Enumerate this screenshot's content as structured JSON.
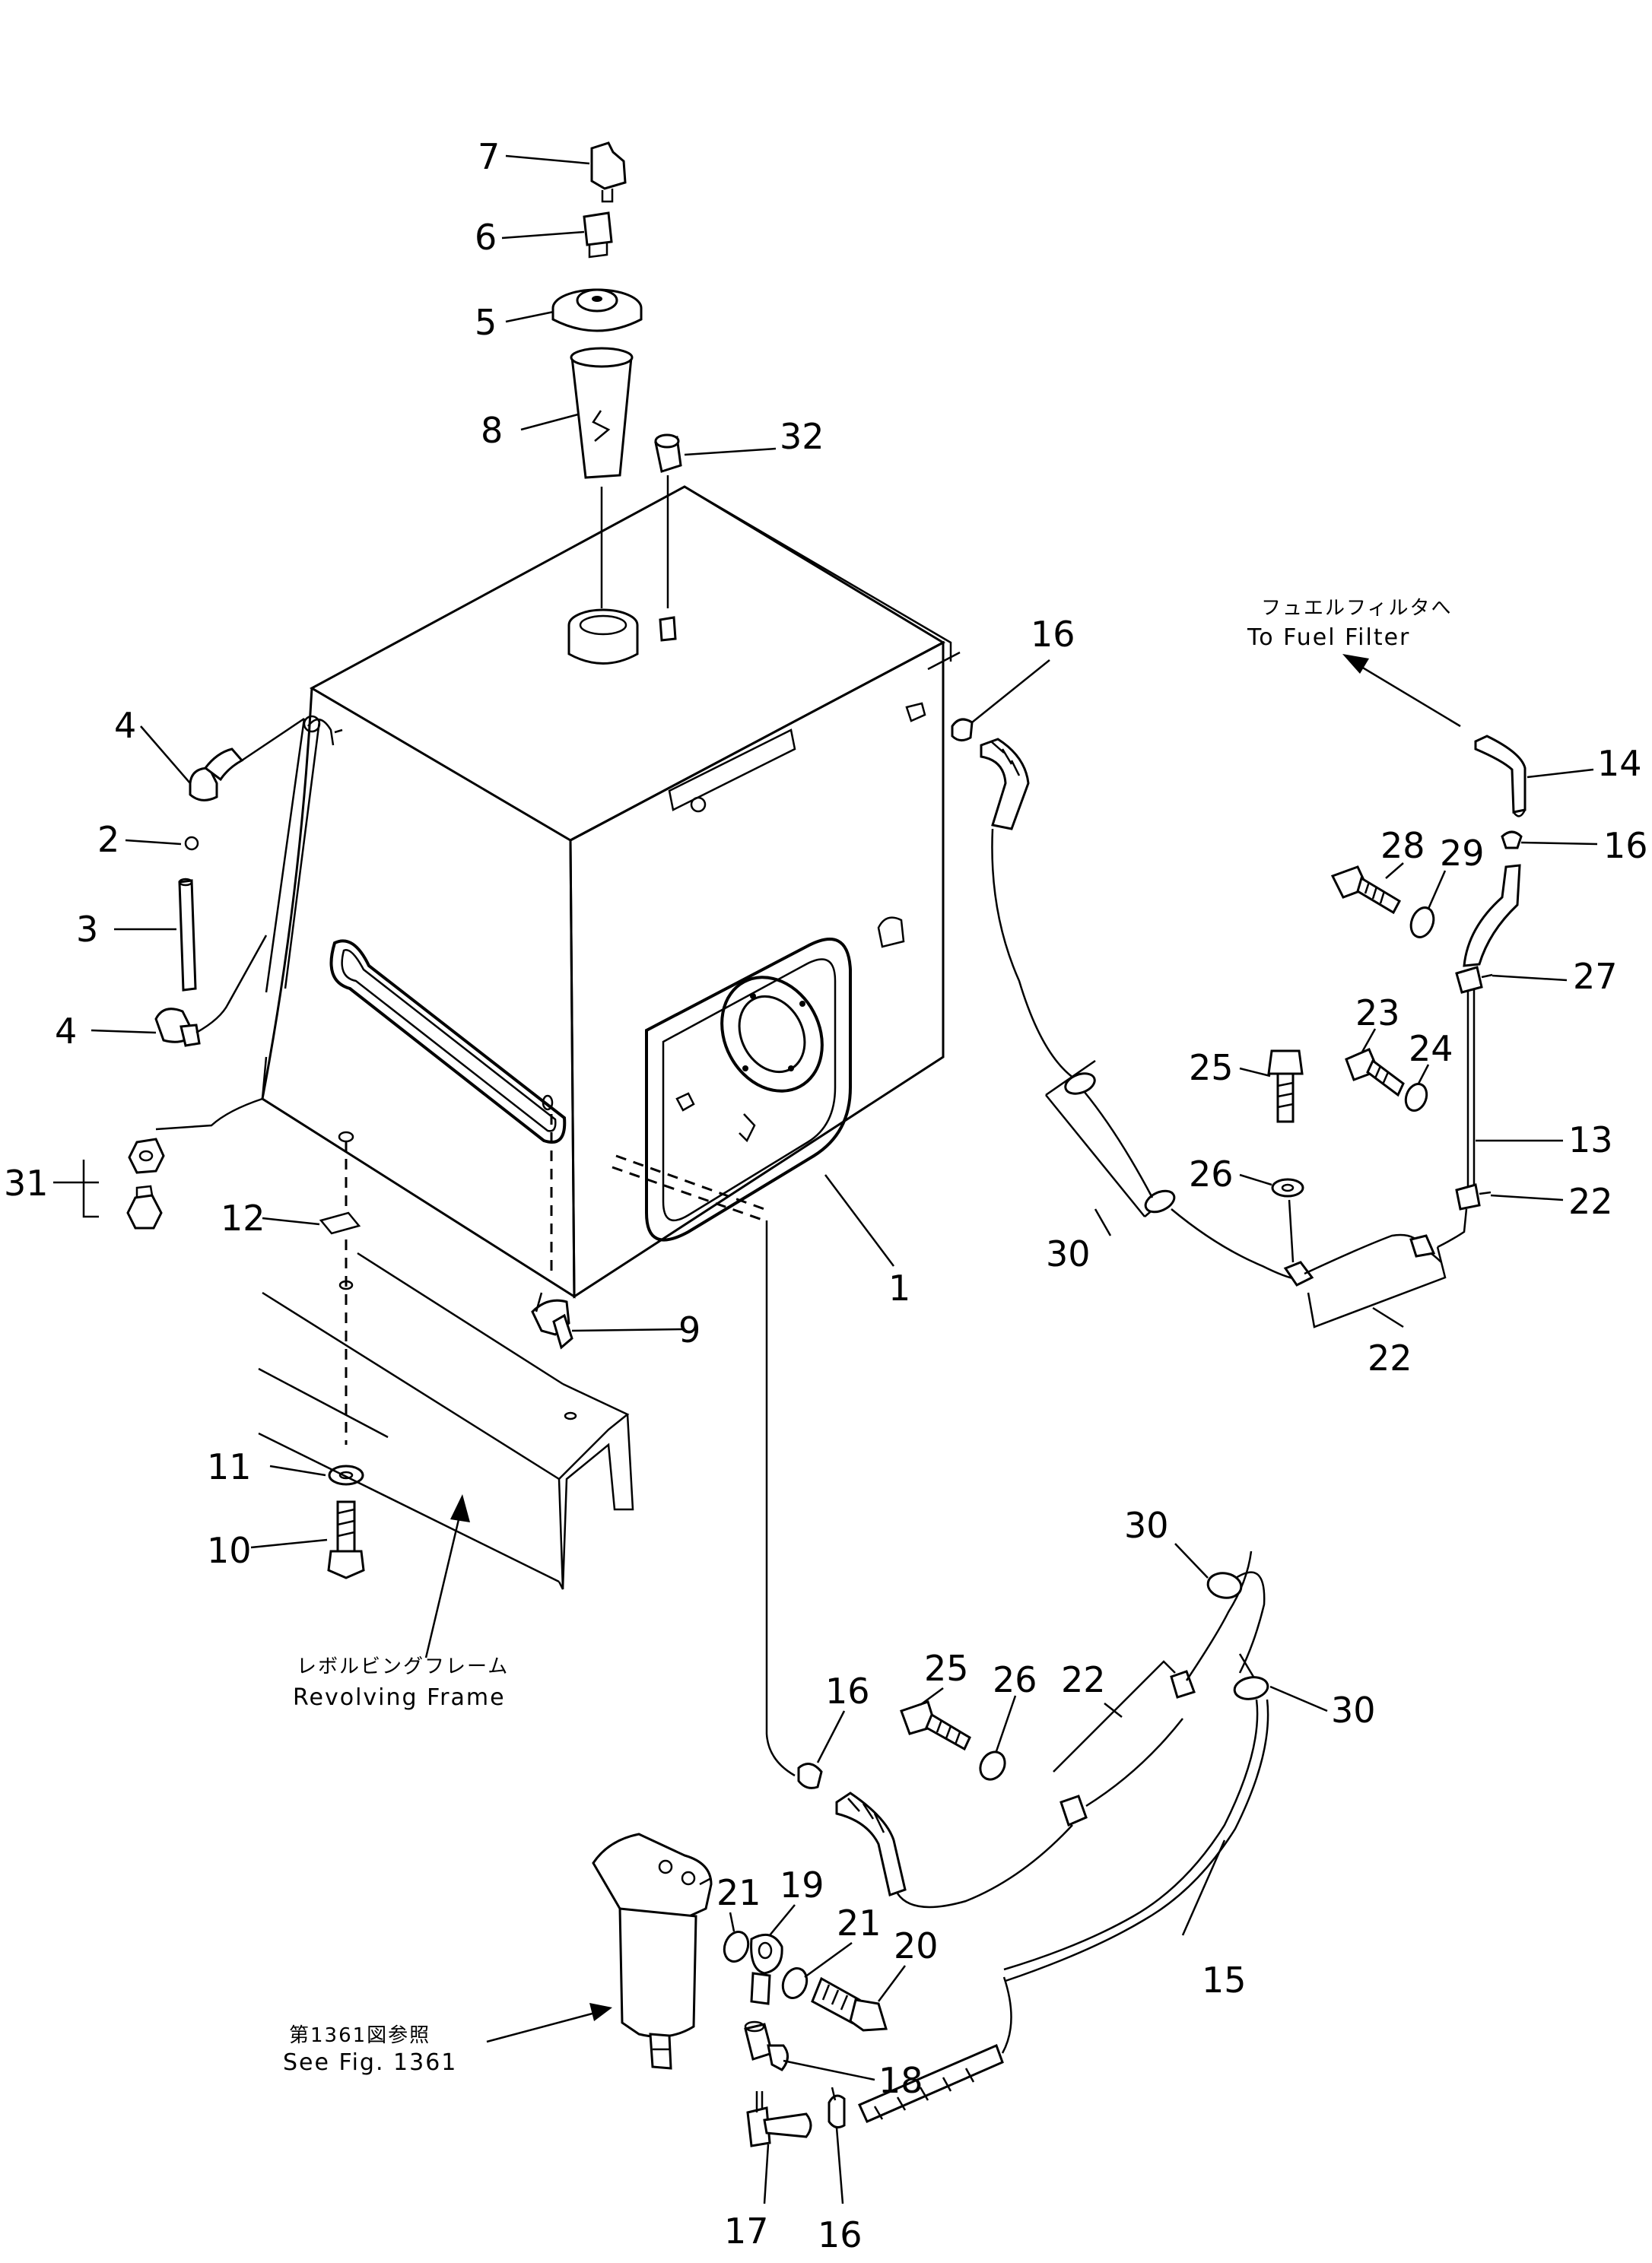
{
  "callouts": {
    "p1": "1",
    "p2": "2",
    "p3": "3",
    "p4a": "4",
    "p4b": "4",
    "p5": "5",
    "p6": "6",
    "p7": "7",
    "p8": "8",
    "p9": "9",
    "p10": "10",
    "p11": "11",
    "p12": "12",
    "p13": "13",
    "p14": "14",
    "p15": "15",
    "p16a": "16",
    "p16b": "16",
    "p16c": "16",
    "p16d": "16",
    "p17": "17",
    "p18": "18",
    "p19": "19",
    "p20": "20",
    "p21a": "21",
    "p21b": "21",
    "p22a": "22",
    "p22b": "22",
    "p22c": "22",
    "p23": "23",
    "p24": "24",
    "p25a": "25",
    "p25b": "25",
    "p26a": "26",
    "p26b": "26",
    "p27": "27",
    "p28": "28",
    "p29": "29",
    "p30a": "30",
    "p30b": "30",
    "p30c": "30",
    "p31": "31",
    "p32": "32"
  },
  "captions": {
    "fuel_filter_jp": "フュエルフィルタへ",
    "fuel_filter_en": "To Fuel Filter",
    "revolving_frame_jp": "レボルビングフレーム",
    "revolving_frame_en": "Revolving Frame",
    "see_fig_jp": "第1361図参照",
    "see_fig_en": "See Fig. 1361"
  }
}
